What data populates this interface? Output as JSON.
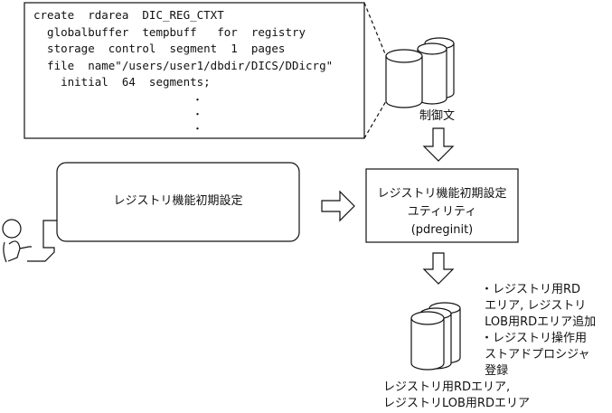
{
  "control_statement": {
    "lines": [
      "create  rdarea  DIC_REG_CTXT",
      "  globalbuffer  tempbuff   for  registry",
      "  storage  control  segment  1  pages",
      "  file  name\"/users/user1/dbdir/DICS/DDicrg\"",
      "    initial  64  segments;"
    ],
    "ellipsis": [
      "・",
      "・",
      "・"
    ],
    "label": "制御文"
  },
  "user_action": "レジストリ機能初期設定",
  "utility": {
    "line1": "レジストリ機能初期設定",
    "line2": "ユティリティ",
    "line3": "(pdreginit)"
  },
  "results": {
    "bullets": [
      [
        "・レジストリ用RD",
        " エリア, レジストリ",
        " LOB用RDエリア追加"
      ],
      [
        "・レジストリ操作用",
        " ストアドプロシジャ",
        " 登録"
      ]
    ],
    "db_label_1": "レジストリ用RDエリア,",
    "db_label_2": "レジストリLOB用RDエリア"
  }
}
